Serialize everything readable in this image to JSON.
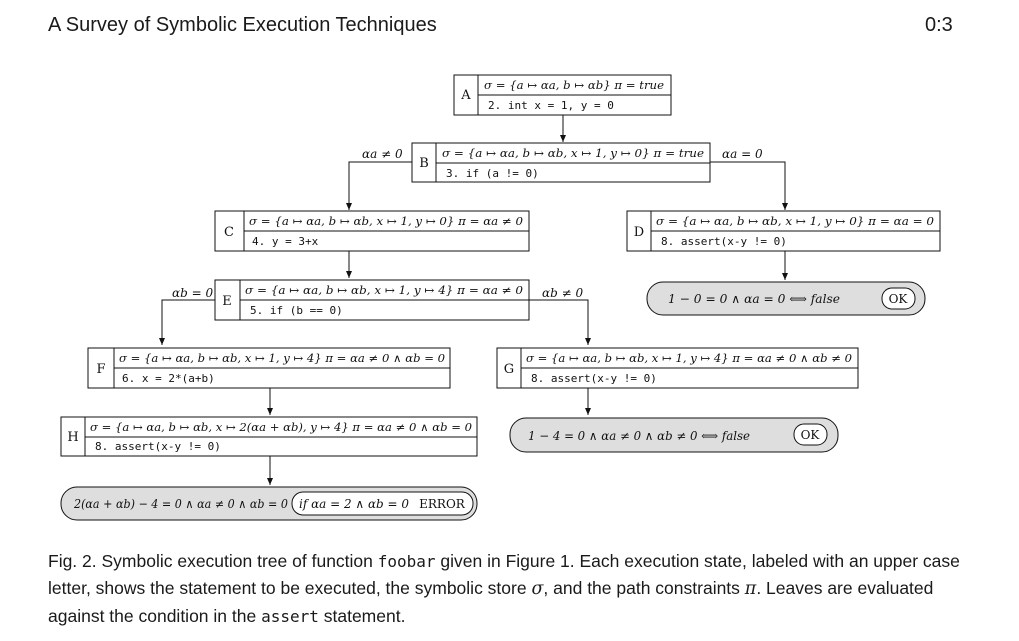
{
  "header": {
    "title": "A Survey of Symbolic Execution Techniques",
    "page": "0:3"
  },
  "nodes": [
    {
      "id": "A",
      "store": "σ = {a ↦ α",
      "store_full": "σ = {a ↦ αa, b ↦ αb}  π = true",
      "code": "2. int x = 1, y = 0"
    },
    {
      "id": "B",
      "store_full": "σ = {a ↦ αa, b ↦ αb, x ↦ 1, y ↦ 0}  π = true",
      "code": "3. if (a != 0)"
    },
    {
      "id": "C",
      "store_full": "σ = {a ↦ αa, b ↦ αb, x ↦ 1, y ↦ 0}  π = αa ≠ 0",
      "code": "4. y = 3+x"
    },
    {
      "id": "D",
      "store_full": "σ = {a ↦ αa, b ↦ αb, x ↦ 1, y ↦ 0}  π = αa = 0",
      "code": "8. assert(x-y != 0)"
    },
    {
      "id": "E",
      "store_full": "σ = {a ↦ αa, b ↦ αb, x ↦ 1, y ↦ 4}  π = αa ≠ 0",
      "code": "5. if (b == 0)"
    },
    {
      "id": "F",
      "store_full": "σ = {a ↦ αa, b ↦ αb, x ↦ 1, y ↦ 4}  π = αa ≠ 0 ∧ αb = 0",
      "code": "6. x = 2*(a+b)"
    },
    {
      "id": "G",
      "store_full": "σ = {a ↦ αa, b ↦ αb, x ↦ 1, y ↦ 4}  π = αa ≠ 0 ∧ αb ≠ 0",
      "code": "8. assert(x-y != 0)"
    },
    {
      "id": "H",
      "store_full": "σ = {a ↦ αa, b ↦ αb, x ↦ 2(αa + αb), y ↦ 4}  π = αa ≠ 0 ∧ αb = 0",
      "code": "8. assert(x-y != 0)"
    }
  ],
  "edges": {
    "b_left": "αa ≠ 0",
    "b_right": "αa = 0",
    "e_left": "αb = 0",
    "e_right": "αb ≠ 0"
  },
  "leaves": {
    "d_leaf": {
      "formula": "1 − 0 = 0 ∧ αa = 0 ⟺ false",
      "result": "OK"
    },
    "g_leaf": {
      "formula": "1 − 4 = 0 ∧ αa ≠ 0 ∧ αb ≠ 0 ⟺ false",
      "result": "OK"
    },
    "h_leaf": {
      "formula": "2(αa + αb) − 4 = 0 ∧ αa ≠ 0 ∧ αb = 0",
      "condition": "if  αa = 2 ∧ αb = 0",
      "result": "ERROR"
    }
  },
  "caption": {
    "lead": "Fig. 2.  Symbolic execution tree of function ",
    "fn": "foobar",
    "mid": " given in Figure 1. Each execution state, labeled with an upper case letter, shows the statement to be executed, the symbolic store ",
    "sigma": "σ",
    "mid2": ", and the path constraints ",
    "pi": "π",
    "mid3": ". Leaves are evaluated against the condition in the ",
    "assert": "assert",
    "end": " statement."
  }
}
